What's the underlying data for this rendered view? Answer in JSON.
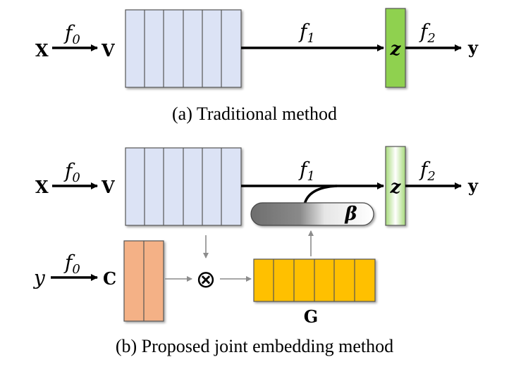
{
  "panel_a": {
    "caption": "(a) Traditional method",
    "input_label": "X",
    "f0_label": "f",
    "f0_sub": "0",
    "v_label": "V",
    "f1_label": "f",
    "f1_sub": "1",
    "z_label": "z",
    "f2_label": "f",
    "f2_sub": "2",
    "output_label": "y"
  },
  "panel_b": {
    "caption": "(b) Proposed joint embedding method",
    "input_label": "X",
    "f0_label": "f",
    "f0_sub": "0",
    "v_label": "V",
    "f1_label": "f",
    "f1_sub": "1",
    "z_label": "z",
    "f2_label": "f",
    "f2_sub": "2",
    "output_label": "y",
    "label_input": "y",
    "label_f0_label": "f",
    "label_f0_sub": "0",
    "c_label": "C",
    "mult_symbol": "⊗",
    "g_label": "G",
    "beta_label": "β"
  },
  "colors": {
    "v_block": "#dce3f5",
    "z_block": "#8fd14f",
    "c_block": "#f4b186",
    "g_block": "#ffc000",
    "beta_dark": "#7f7f7f",
    "arrow": "#000000",
    "thin_arrow": "#8c8c8c"
  }
}
